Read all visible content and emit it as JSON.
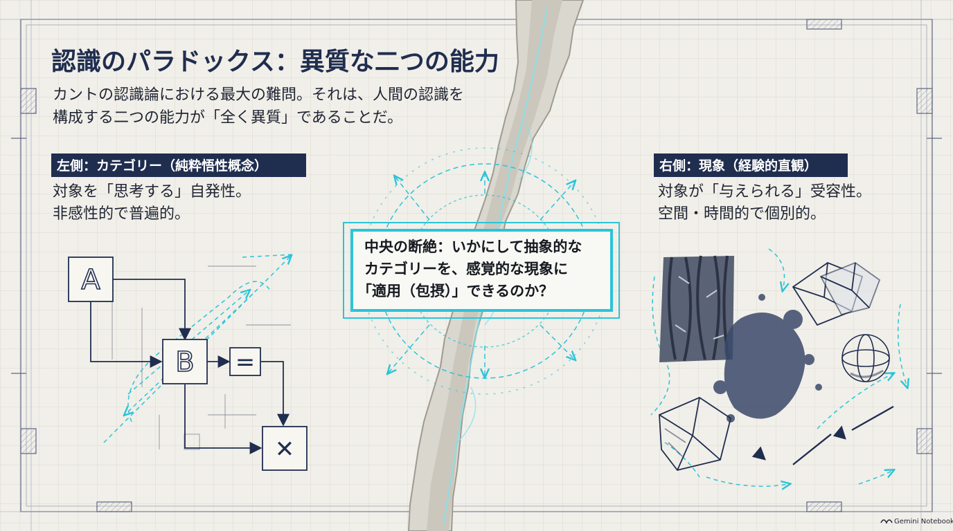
{
  "title": "認識のパラドックス：異質な二つの能力",
  "intro": [
    "カントの認識論における最大の難問。それは、人間の認識を",
    "構成する二つの能力が「全く異質」であることだ。"
  ],
  "left": {
    "heading": "左側：カテゴリー（純粋悟性概念）",
    "lines": [
      "対象を「思考する」自発性。",
      "非感性的で普遍的。"
    ],
    "nodes": {
      "a": "A",
      "b": "B",
      "eq": "=",
      "x": "✕"
    }
  },
  "right": {
    "heading": "右側：現象（経験的直観）",
    "lines": [
      "対象が「与えられる」受容性。",
      "空間・時間的で個別的。"
    ]
  },
  "center": {
    "lines": [
      "中央の断絶：いかにして抽象的な",
      "カテゴリーを、感覚的な現象に",
      "「適用（包摂）」できるのか？"
    ]
  },
  "footer": {
    "brand": "Gemini Notebook",
    "logo_icon": "gemini-logo-icon"
  },
  "colors": {
    "navy": "#1f2d4f",
    "accent": "#29c4d8",
    "paper": "#f1efe9"
  }
}
